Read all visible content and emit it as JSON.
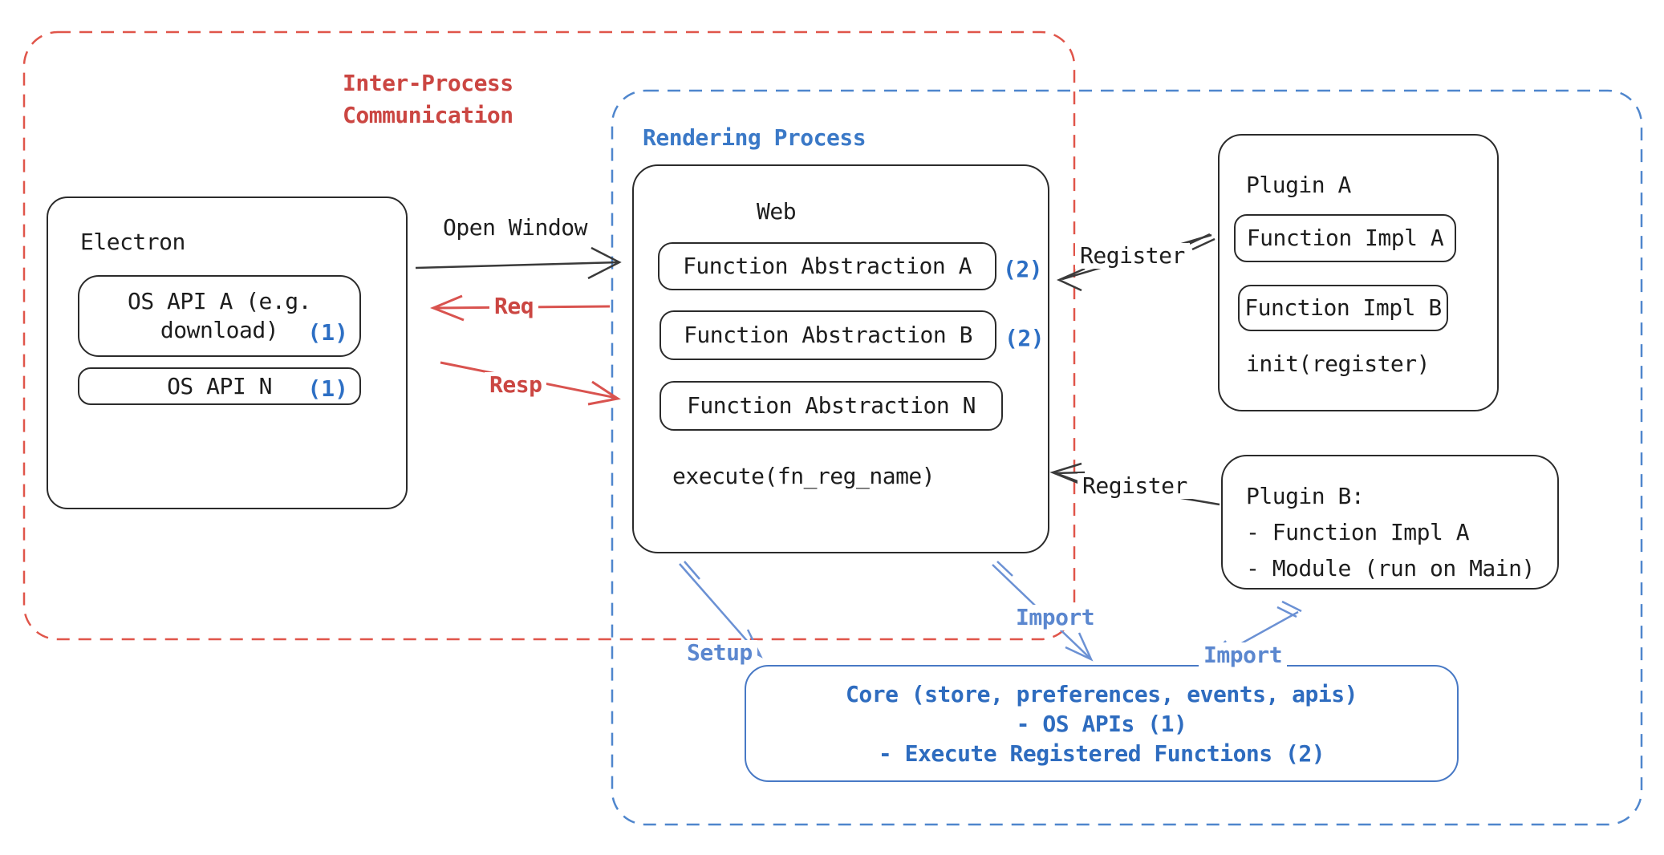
{
  "colors": {
    "red_dash": "#e0554a",
    "blue_dash": "#4f86cd",
    "red_text": "#cb4642",
    "blue_text": "#3b79c7",
    "blue_ref": "#2d6fc4",
    "core_blue": "#2e6cbf",
    "arrow_black": "#3a3a3a",
    "arrow_red": "#d9534f",
    "arrow_blue": "#6b91d4",
    "box_stroke": "#2b2b2b"
  },
  "ipc_region": {
    "label_line1": "Inter-Process",
    "label_line2": "Communication"
  },
  "rendering_region": {
    "label": "Rendering Process"
  },
  "electron": {
    "title": "Electron",
    "os_api_a_line1": "OS API A (e.g.",
    "os_api_a_line2": "download)",
    "os_api_a_ref": "(1)",
    "os_api_n_label": "OS API N",
    "os_api_n_ref": "(1)"
  },
  "web": {
    "title": "Web",
    "items": [
      {
        "label": "Function Abstraction A",
        "ref": "(2)"
      },
      {
        "label": "Function Abstraction B",
        "ref": "(2)"
      },
      {
        "label": "Function Abstraction N",
        "ref": ""
      }
    ],
    "execute_label": "execute(fn_reg_name)"
  },
  "plugin_a": {
    "title": "Plugin A",
    "impl_a": "Function Impl A",
    "impl_b": "Function Impl B",
    "init_label": "init(register)"
  },
  "plugin_b": {
    "line1": "Plugin B:",
    "line2": "- Function Impl A",
    "line3": "- Module (run on Main)"
  },
  "core": {
    "line1": "Core (store, preferences, events, apis)",
    "line2": "- OS APIs (1)",
    "line3": "- Execute Registered Functions (2)"
  },
  "arrows": {
    "open_window": "Open Window",
    "req": "Req",
    "resp": "Resp",
    "register_top": "Register",
    "register_bottom": "Register",
    "setup": "Setup",
    "import_web": "Import",
    "import_plugin_b": "Import"
  }
}
